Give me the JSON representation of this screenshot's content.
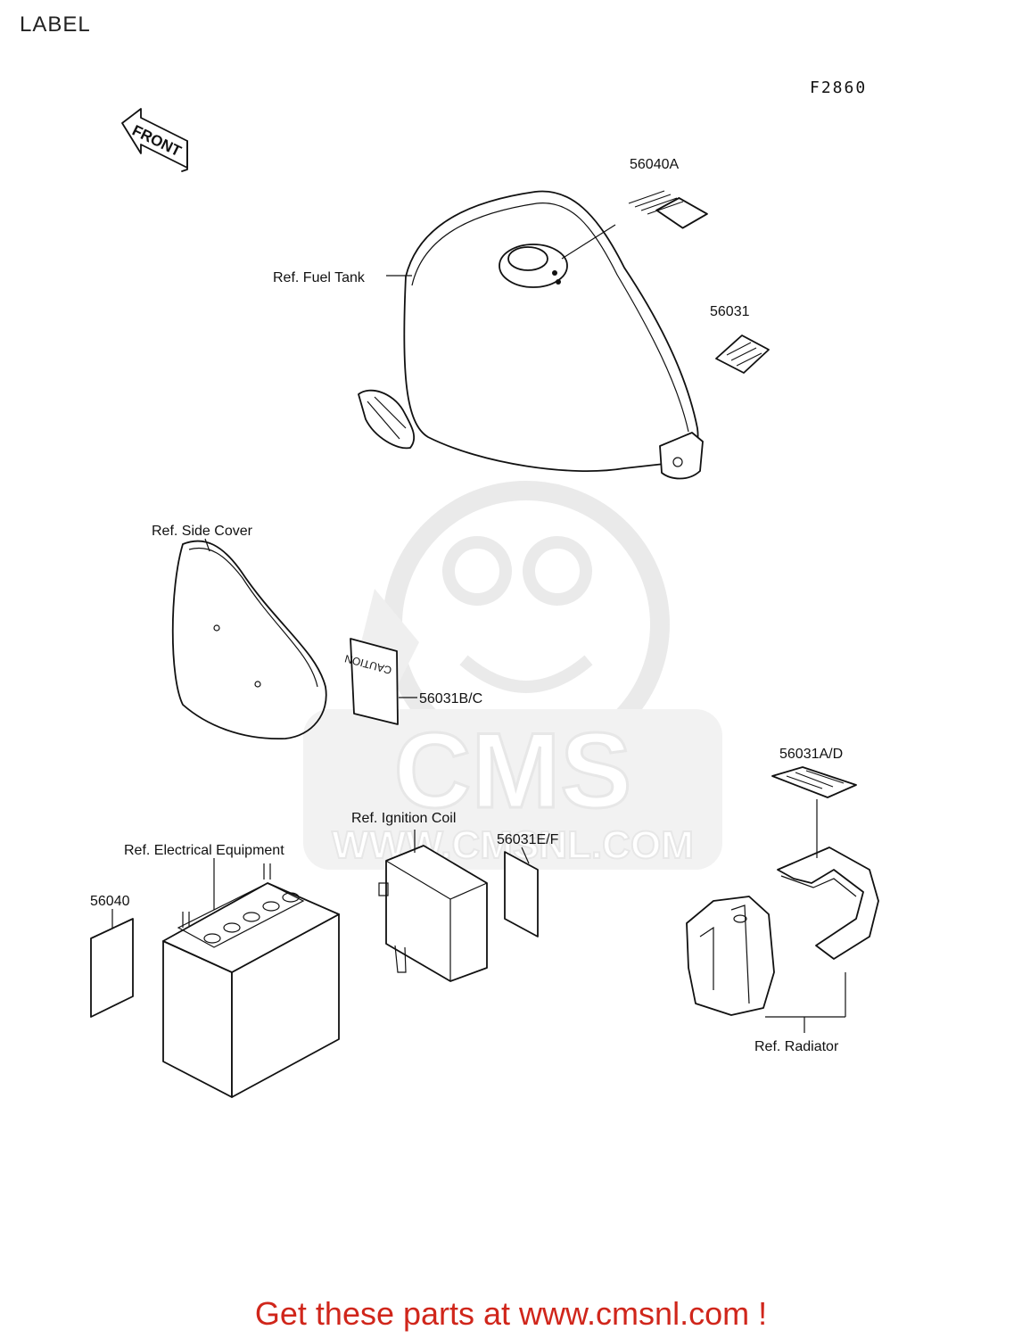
{
  "page": {
    "title": "LABEL",
    "figure_code": "F2860",
    "footer_cta": "Get these parts at www.cmsnl.com !"
  },
  "watermark": {
    "brand": "CMS",
    "url": "WWW.CMSNL.COM"
  },
  "front_arrow": {
    "label": "FRONT"
  },
  "references": {
    "fuel_tank": "Ref. Fuel Tank",
    "side_cover": "Ref. Side Cover",
    "ignition_coil": "Ref. Ignition Coil",
    "electrical_equipment": "Ref. Electrical Equipment",
    "radiator": "Ref. Radiator"
  },
  "parts": [
    {
      "number": "56040A"
    },
    {
      "number": "56031"
    },
    {
      "number": "56031B/C"
    },
    {
      "number": "56031A/D"
    },
    {
      "number": "56031E/F"
    },
    {
      "number": "56040"
    }
  ],
  "caution_label": {
    "text": "CAUTION"
  },
  "colors": {
    "cta": "#d0261b",
    "ink": "#111111",
    "watermark": "#d9d9d9"
  }
}
